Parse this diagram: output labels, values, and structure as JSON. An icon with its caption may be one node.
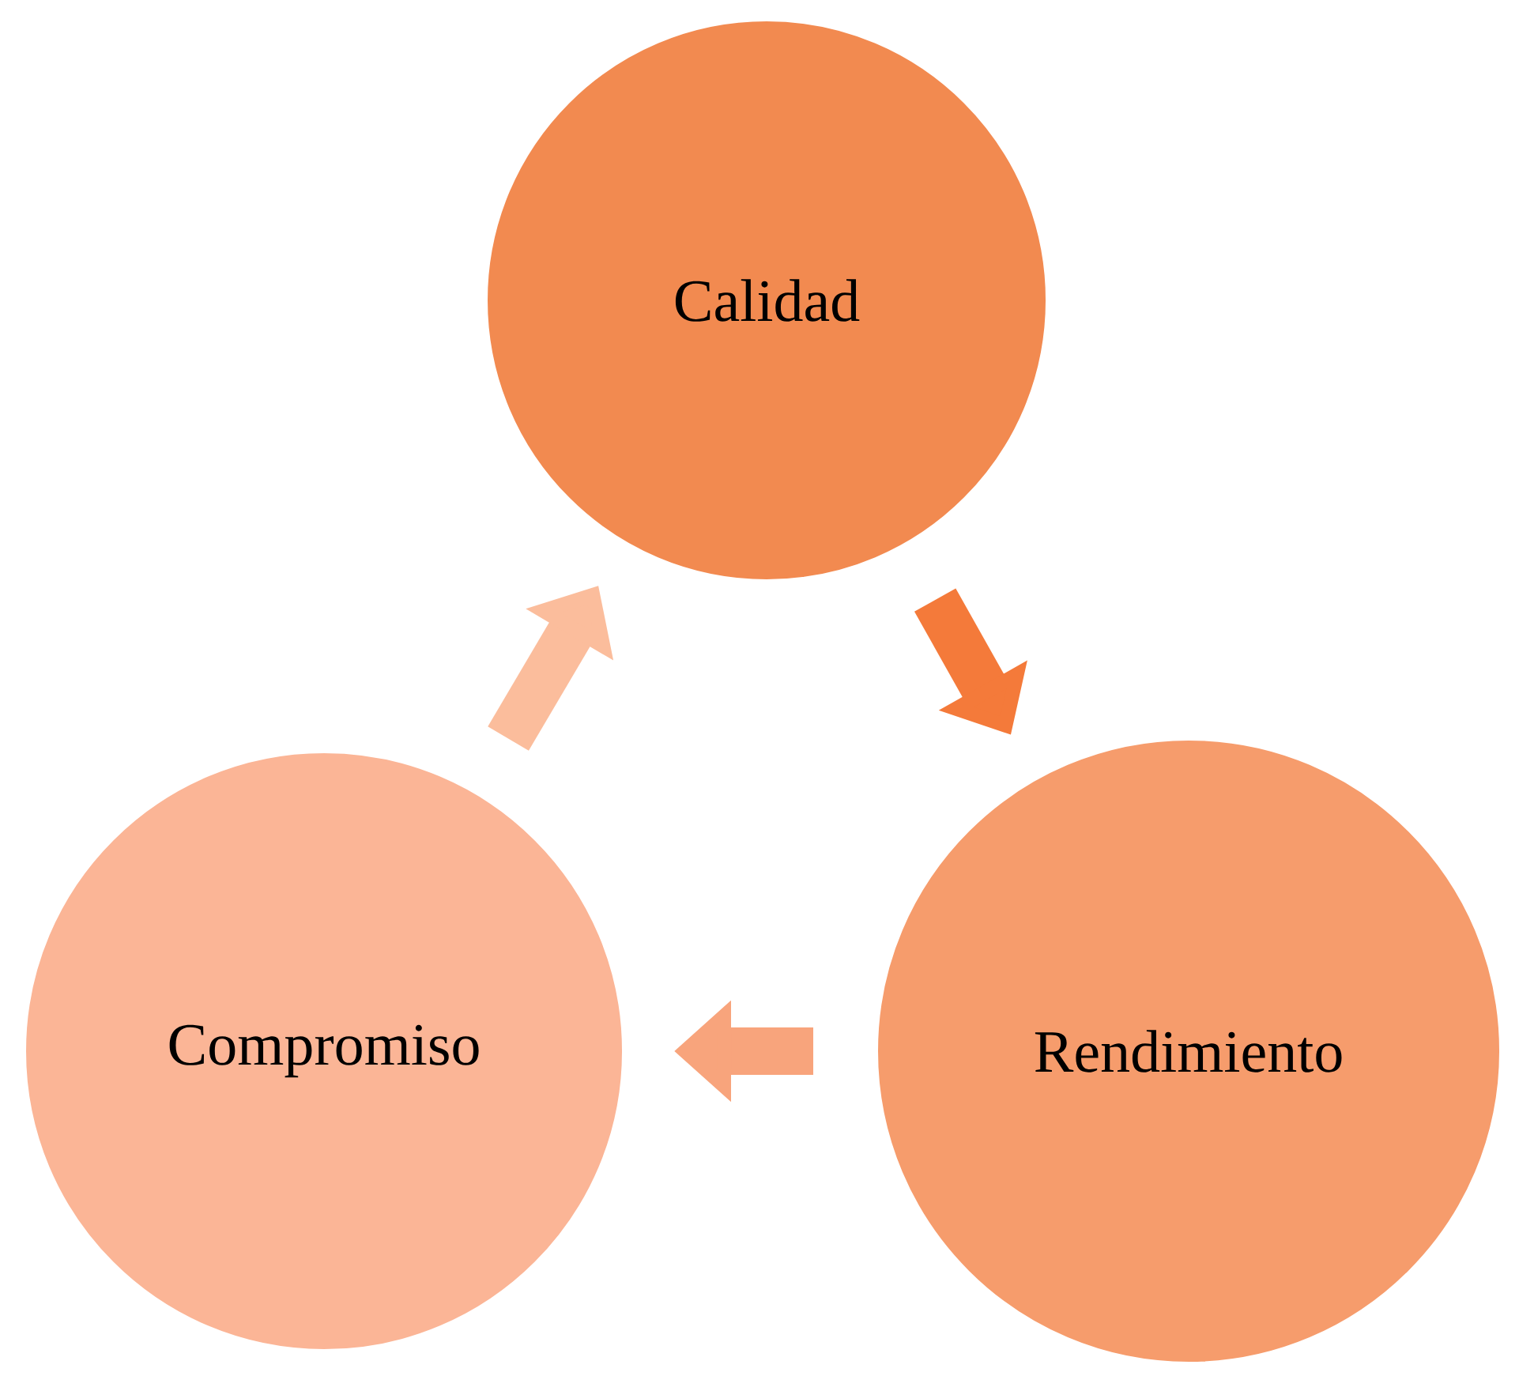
{
  "diagram": {
    "nodes": [
      {
        "text": [
          "Calidad"
        ]
      },
      {
        "text": [
          "Rendimiento"
        ]
      },
      {
        "text": [
          "Compromiso"
        ]
      }
    ],
    "edges": [
      {
        "from": 0,
        "to": 1,
        "arrow": "to",
        "color": "#f47a3a"
      },
      {
        "from": 1,
        "to": 2,
        "arrow": "to",
        "color": "#f8a47c"
      },
      {
        "from": 2,
        "to": 0,
        "arrow": "to",
        "color": "#fbbd9c"
      }
    ]
  }
}
